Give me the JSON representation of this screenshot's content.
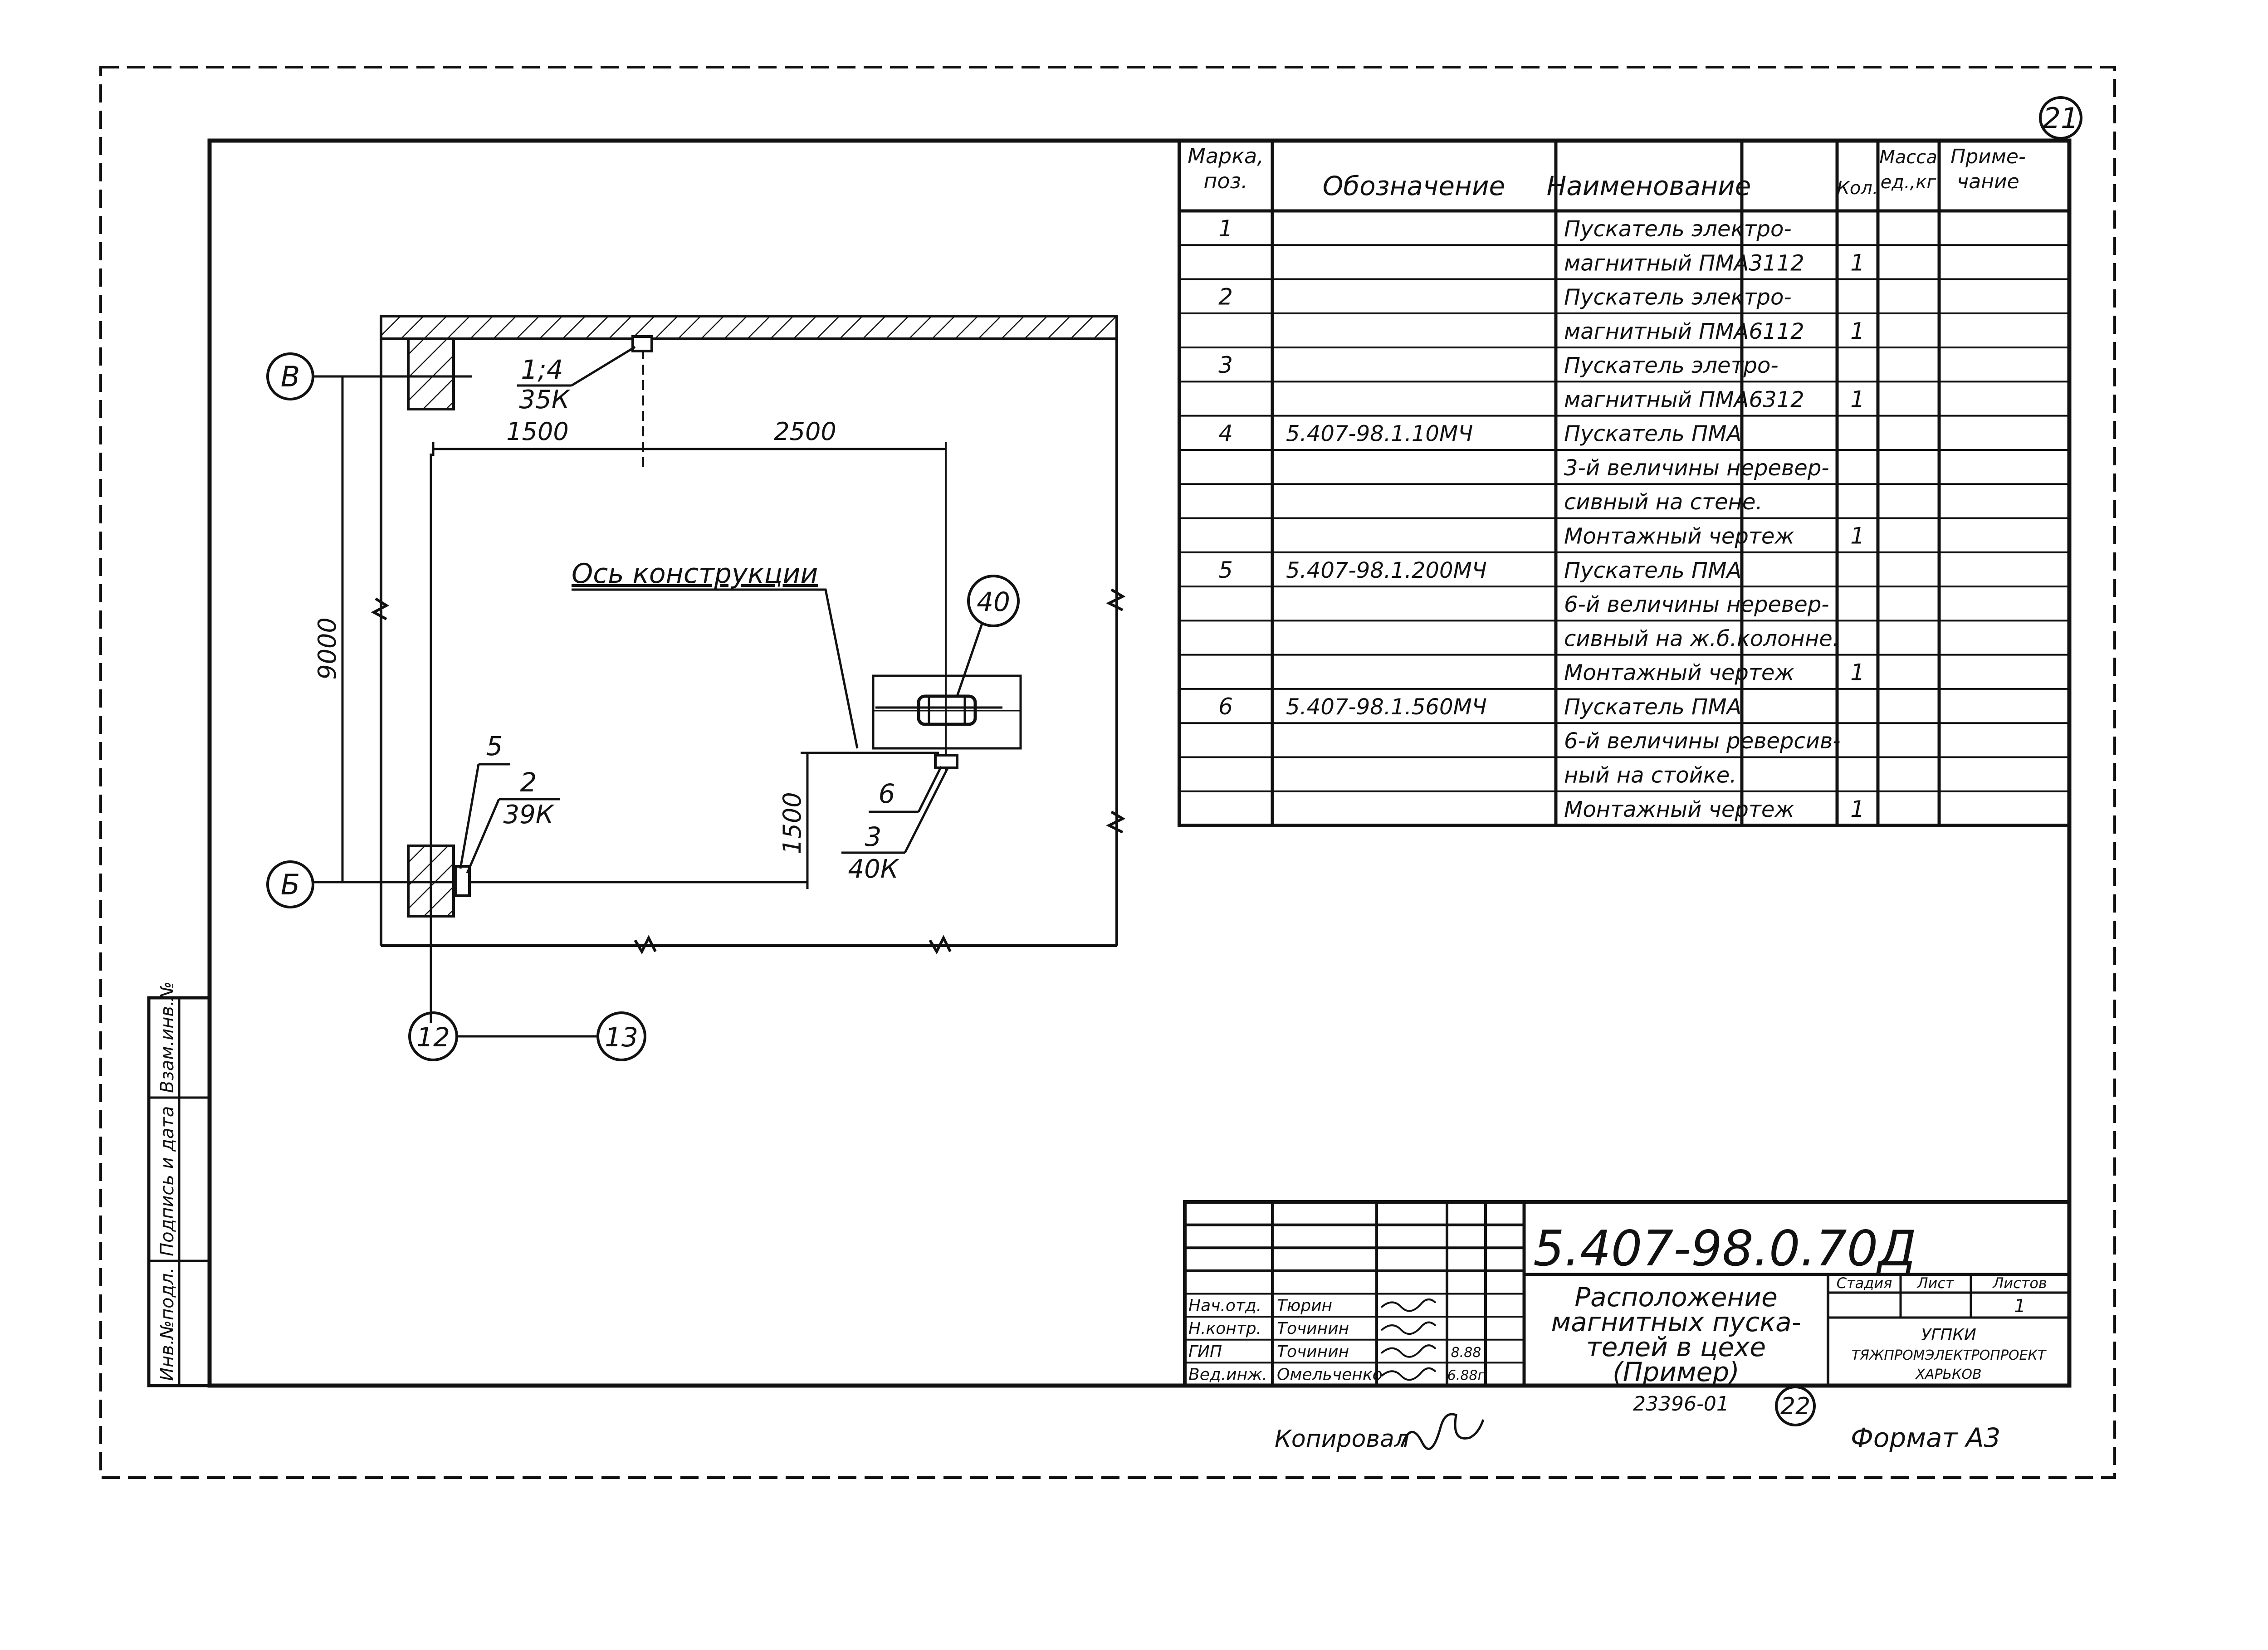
{
  "sheet": {
    "number_top": "21",
    "number_bottom": "22",
    "archive_no": "23396-01",
    "copied_label": "Копировал",
    "format_label": "Формат А3",
    "ink_color": "#111111",
    "paper_color": "#ffffff"
  },
  "side_stamp": [
    "Инв.№подл.",
    "Подпись и дата",
    "Взам.инв.№"
  ],
  "plan": {
    "axis_labels": {
      "row_top": "В",
      "row_bottom": "Б",
      "col_left": "12",
      "col_right": "13"
    },
    "dimensions": {
      "d1500_top": "1500",
      "d2500": "2500",
      "d9000": "9000",
      "d1500_vert": "1500"
    },
    "construction_axis_label": "Ось конструкции",
    "callout_40": "40",
    "callout_top_pos": "1;4",
    "callout_top_col": "35К",
    "callout_5": "5",
    "callout_left_pos": "2",
    "callout_left_col": "39К",
    "callout_6": "6",
    "callout_right_pos": "3",
    "callout_right_col": "40К"
  },
  "spec_table": {
    "headers": [
      "Марка, поз.",
      "Обозначение",
      "Наименование",
      "Кол.",
      "Масса ед.,кг",
      "Приме-чание"
    ],
    "rows": [
      [
        "1",
        "",
        "Пускатель электро-",
        "",
        "",
        ""
      ],
      [
        "",
        "",
        "магнитный ПМА3112",
        "1",
        "",
        ""
      ],
      [
        "2",
        "",
        "Пускатель электро-",
        "",
        "",
        ""
      ],
      [
        "",
        "",
        "магнитный ПМА6112",
        "1",
        "",
        ""
      ],
      [
        "3",
        "",
        "Пускатель элетро-",
        "",
        "",
        ""
      ],
      [
        "",
        "",
        "магнитный ПМА6312",
        "1",
        "",
        ""
      ],
      [
        "4",
        "5.407-98.1.10МЧ",
        "Пускатель ПМА",
        "",
        "",
        ""
      ],
      [
        "",
        "",
        "3-й величины неревер-",
        "",
        "",
        ""
      ],
      [
        "",
        "",
        "сивный на стене.",
        "",
        "",
        ""
      ],
      [
        "",
        "",
        "Монтажный чертеж",
        "1",
        "",
        ""
      ],
      [
        "5",
        "5.407-98.1.200МЧ",
        "Пускатель ПМА",
        "",
        "",
        ""
      ],
      [
        "",
        "",
        "6-й величины неревер-",
        "",
        "",
        ""
      ],
      [
        "",
        "",
        "сивный на ж.б.колонне.",
        "",
        "",
        ""
      ],
      [
        "",
        "",
        "Монтажный чертеж",
        "1",
        "",
        ""
      ],
      [
        "6",
        "5.407-98.1.560МЧ",
        "Пускатель ПМА",
        "",
        "",
        ""
      ],
      [
        "",
        "",
        "6-й величины реверсив-",
        "",
        "",
        ""
      ],
      [
        "",
        "",
        "ный на стойке.",
        "",
        "",
        ""
      ],
      [
        "",
        "",
        "Монтажный чертеж",
        "1",
        "",
        ""
      ]
    ]
  },
  "title_block": {
    "doc_code": "5.407-98.0.70Д",
    "title_lines": [
      "Расположение",
      "магнитных пуска-",
      "телей в цехе",
      "(Пример)"
    ],
    "stage_label": "Стадия",
    "sheet_label": "Лист",
    "sheets_label": "Листов",
    "sheets_value": "1",
    "org_lines": [
      "УГПКИ",
      "ТЯЖПРОМЭЛЕКТРОПРОЕКТ",
      "ХАРЬКОВ"
    ],
    "signers": [
      {
        "role": "Нач.отд.",
        "name": "Тюрин",
        "date": ""
      },
      {
        "role": "Н.контр.",
        "name": "Точинин",
        "date": ""
      },
      {
        "role": "ГИП",
        "name": "Точинин",
        "date": "8.88"
      },
      {
        "role": "Вед.инж.",
        "name": "Омельченко",
        "date": "6.88г"
      }
    ]
  }
}
